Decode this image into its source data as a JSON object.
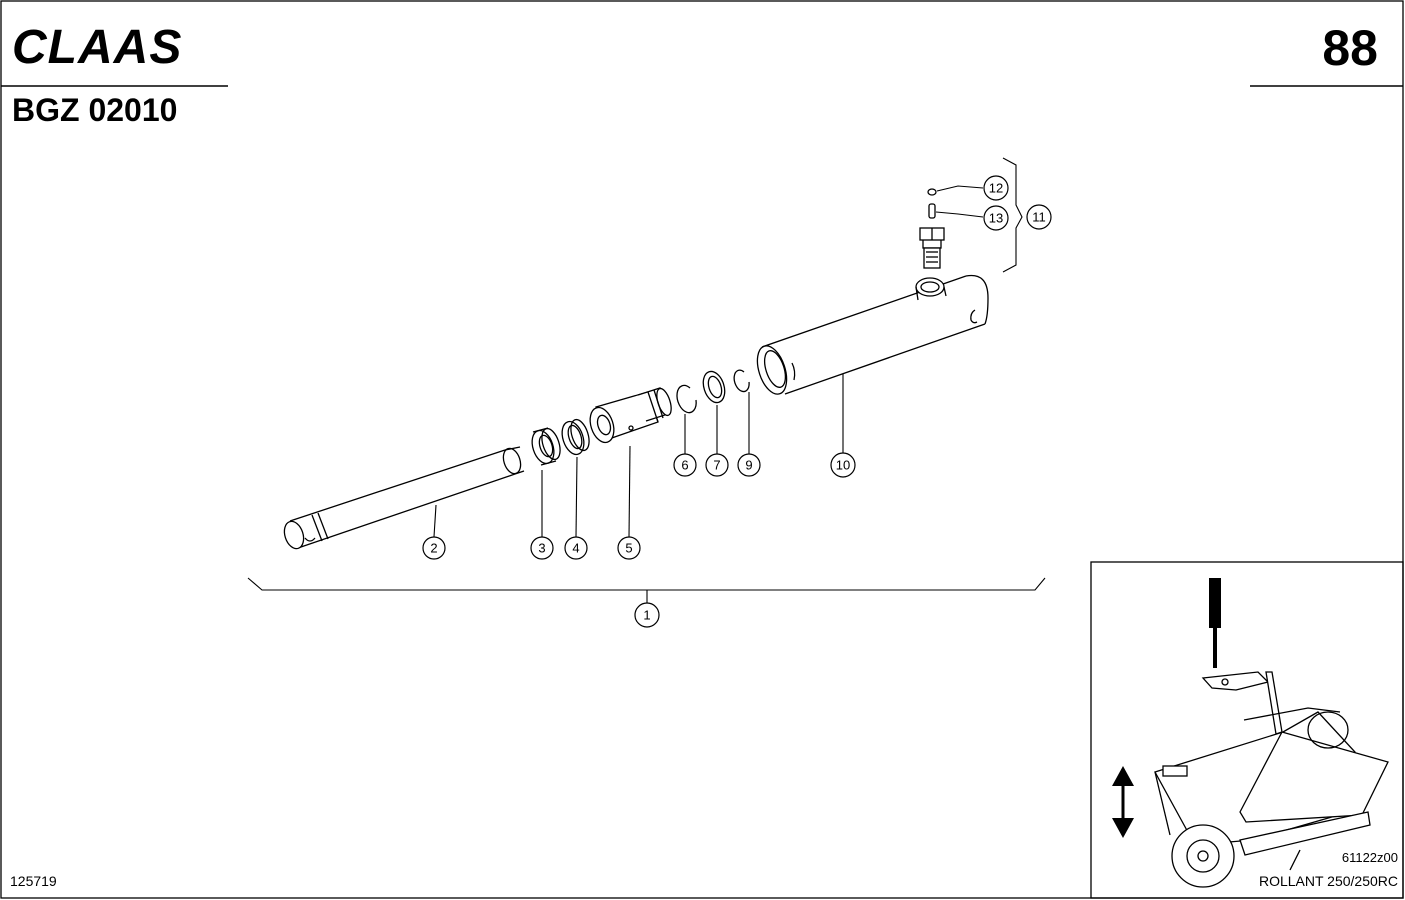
{
  "header": {
    "brand": "CLAAS",
    "page_number": "88",
    "group_code": "BGZ 02010"
  },
  "footer": {
    "drawing_number": "125719"
  },
  "inset": {
    "reference": "61122z00",
    "model": "ROLLANT 250/250RC"
  },
  "callouts": [
    "1",
    "2",
    "3",
    "4",
    "5",
    "6",
    "7",
    "9",
    "10",
    "11",
    "12",
    "13"
  ]
}
